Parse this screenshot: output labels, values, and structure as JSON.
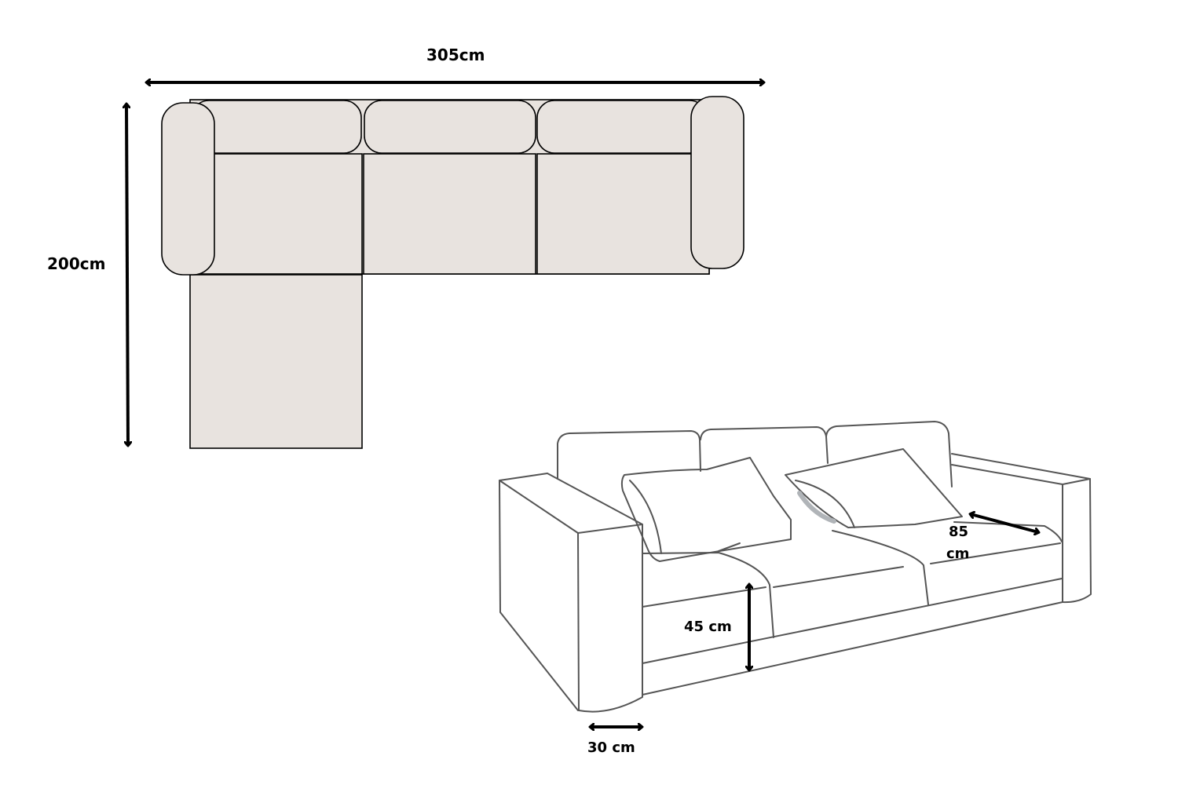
{
  "plan_view": {
    "width_label": "305cm",
    "depth_label": "200cm",
    "fill_color": "#e8e3df",
    "stroke_color": "#000000"
  },
  "perspective_view": {
    "seat_depth_label_line1": "85",
    "seat_depth_label_line2": "cm",
    "seat_height_label": "45 cm",
    "armrest_width_label": "30 cm",
    "stroke_color": "#555555",
    "pillow_shadow_color": "#b0b4b8"
  }
}
